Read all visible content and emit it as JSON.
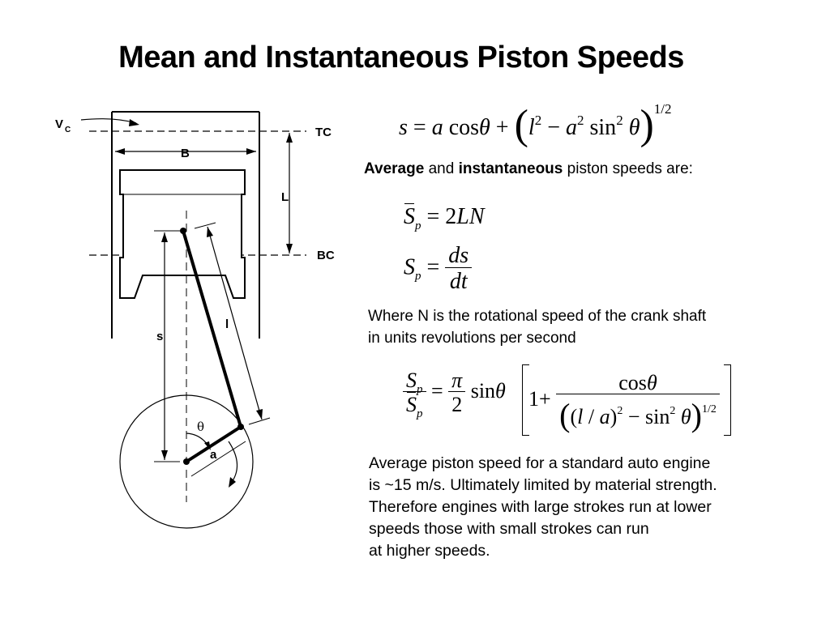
{
  "title": "Mean and Instantaneous Piston Speeds",
  "diagram_labels": {
    "vc_main": "V",
    "vc_sub": "C",
    "tc": "TC",
    "bc": "BC",
    "bore": "B",
    "stroke": "L",
    "rod": "l",
    "position": "s",
    "angle": "θ",
    "crank": "a"
  },
  "intro": {
    "bold1": "Average",
    "mid": " and ",
    "bold2": "instantaneous",
    "rest": " piston speeds are:"
  },
  "explanation_lines": [
    "Where N is the rotational speed of the crank shaft",
    "in units revolutions per second"
  ],
  "conclusion_lines": [
    "Average piston speed for a standard auto engine",
    "is ~15 m/s.  Ultimately limited by material strength.",
    "Therefore engines with large strokes run at lower",
    "speeds those with small strokes can run",
    "at higher speeds."
  ]
}
